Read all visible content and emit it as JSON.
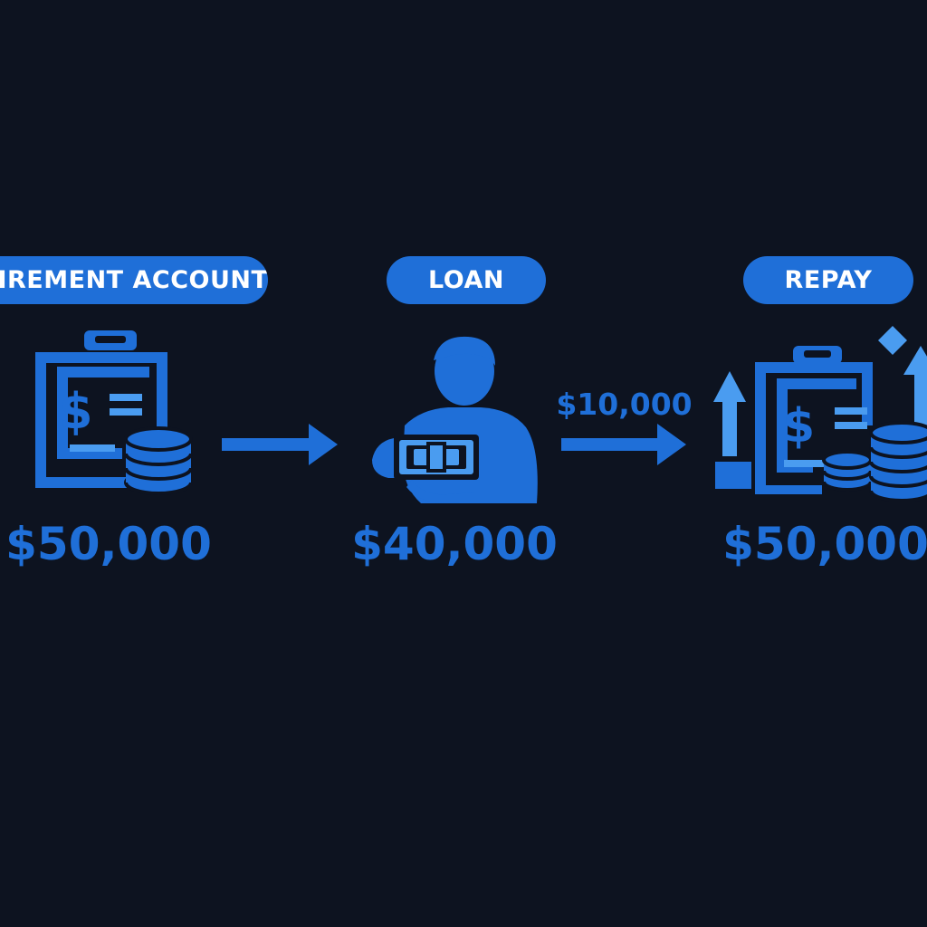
{
  "steps": [
    {
      "label": "ETIREMENT ACCOUNT",
      "amount": "$50,000"
    },
    {
      "label": "LOAN",
      "amount": "$40,000"
    },
    {
      "label": "REPAY",
      "amount": "$50,000"
    }
  ],
  "transfer_label": "$10,000",
  "icons": {
    "step1": "clipboard-dollar-coins-icon",
    "step2": "person-holding-cash-icon",
    "step3": "clipboard-dollar-coins-growth-icon"
  },
  "colors": {
    "background": "#0d1320",
    "primary": "#1f6fd8",
    "accent_light": "#4a9cf0",
    "label_text": "#ffffff"
  }
}
